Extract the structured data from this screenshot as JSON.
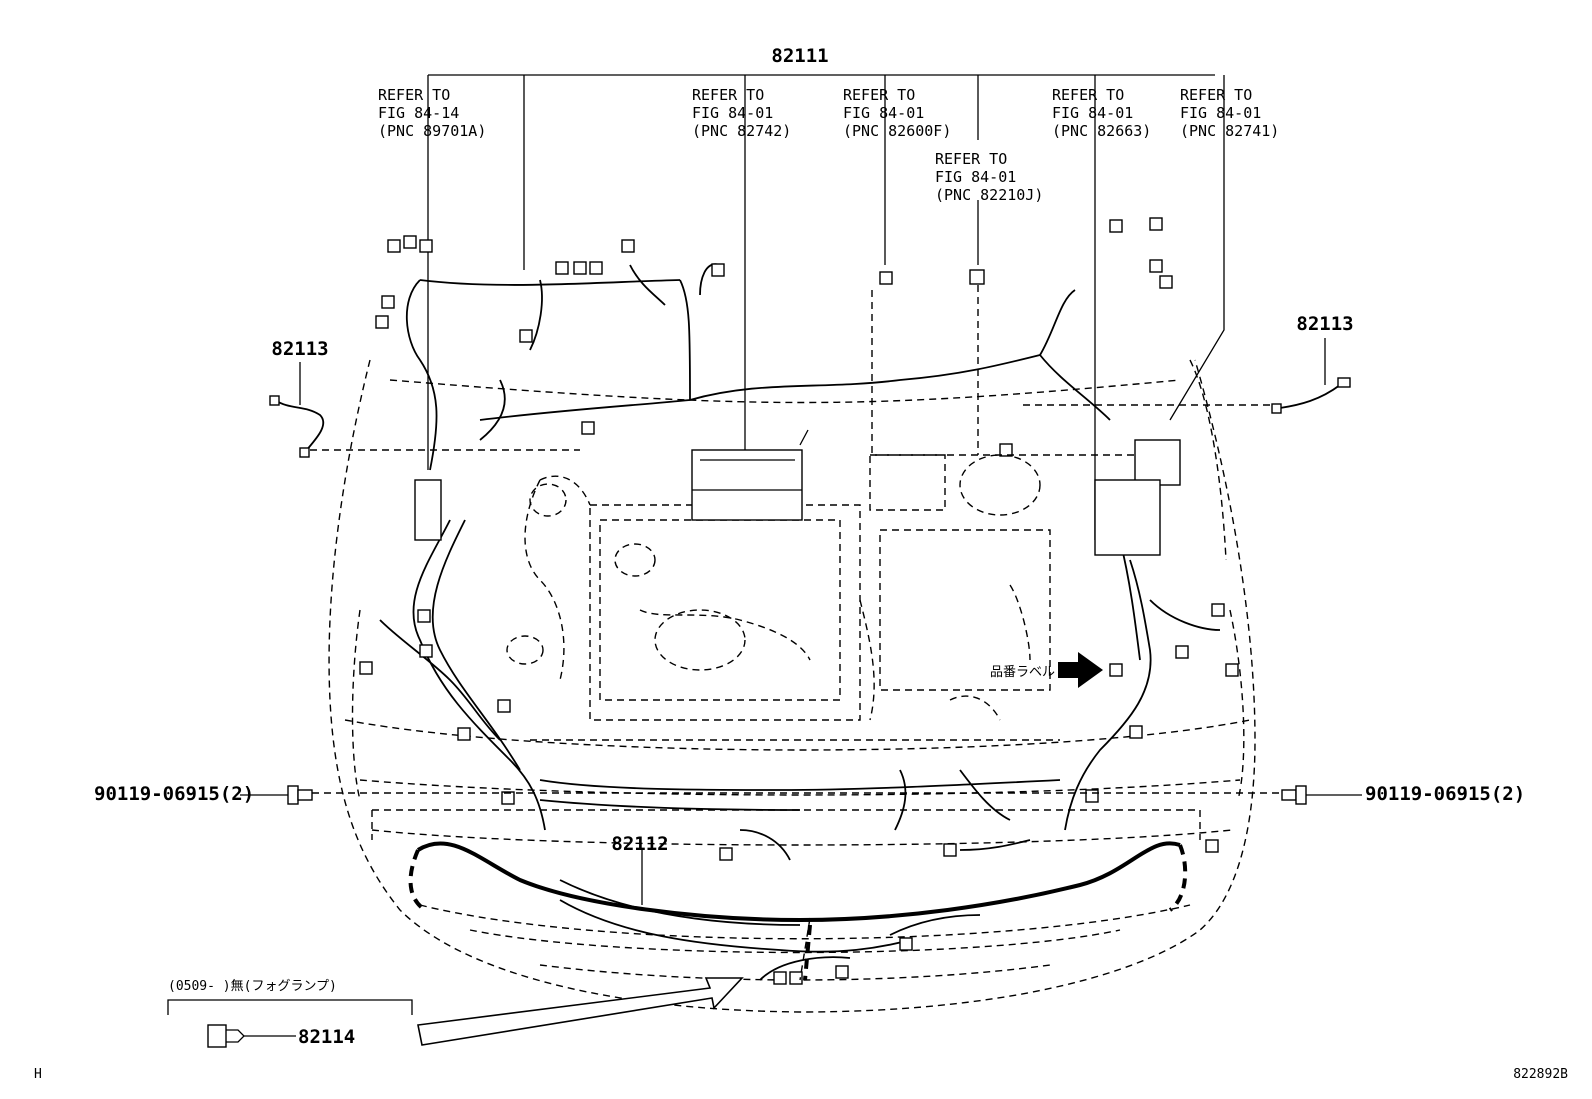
{
  "parts": {
    "main_harness": "82111",
    "clamp_left": "82113",
    "clamp_right": "82113",
    "bumper_harness": "82112",
    "fog_plug": "82114",
    "bolt_left": "90119-06915(2)",
    "bolt_right": "90119-06915(2)"
  },
  "refs": [
    {
      "line1": "REFER TO",
      "line2": "FIG 84-14",
      "line3": "(PNC 89701A)"
    },
    {
      "line1": "REFER TO",
      "line2": "FIG 84-01",
      "line3": "(PNC 82742)"
    },
    {
      "line1": "REFER TO",
      "line2": "FIG 84-01",
      "line3": "(PNC 82600F)"
    },
    {
      "line1": "REFER TO",
      "line2": "FIG 84-01",
      "line3": "(PNC 82210J)"
    },
    {
      "line1": "REFER TO",
      "line2": "FIG 84-01",
      "line3": "(PNC 82663)"
    },
    {
      "line1": "REFER TO",
      "line2": "FIG 84-01",
      "line3": "(PNC 82741)"
    }
  ],
  "label_tag": "品番ラベル",
  "fog_note": "(0509-    )無(フォグランプ)",
  "corner_left": "H",
  "figure_code": "822892B",
  "icons": [
    "arrow-right-icon",
    "arrow-up-right-icon",
    "bolt-icon",
    "connector-icon",
    "clamp-icon"
  ]
}
